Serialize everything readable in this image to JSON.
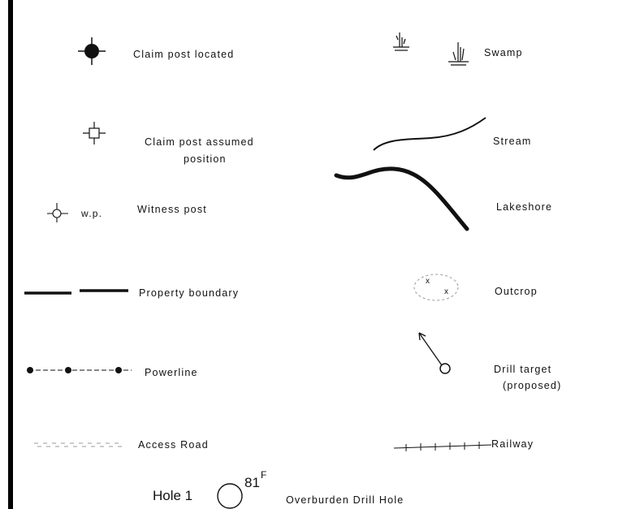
{
  "legend": {
    "claim_post_located": "Claim   post  located",
    "claim_post_assumed_line1": "Claim post  assumed",
    "claim_post_assumed_line2": "position",
    "witness_post_abbr": "w.p.",
    "witness_post": "Witness   post",
    "property_boundary": "Property   boundary",
    "powerline": "Powerline",
    "access_road": "Access  Road",
    "swamp": "Swamp",
    "stream": "Stream",
    "lakeshore": "Lakeshore",
    "outcrop": "Outcrop",
    "drill_target_line1": "Drill  target",
    "drill_target_line2": "(proposed)",
    "railway": "Railway",
    "hole_label": "Hole 1",
    "hole_number": "81",
    "hole_superscript": "F",
    "overburden_drill_hole": "Overburden  Drill  Hole"
  },
  "colors": {
    "ink": "#111111",
    "background": "#ffffff",
    "faint": "#9a9a9a"
  }
}
